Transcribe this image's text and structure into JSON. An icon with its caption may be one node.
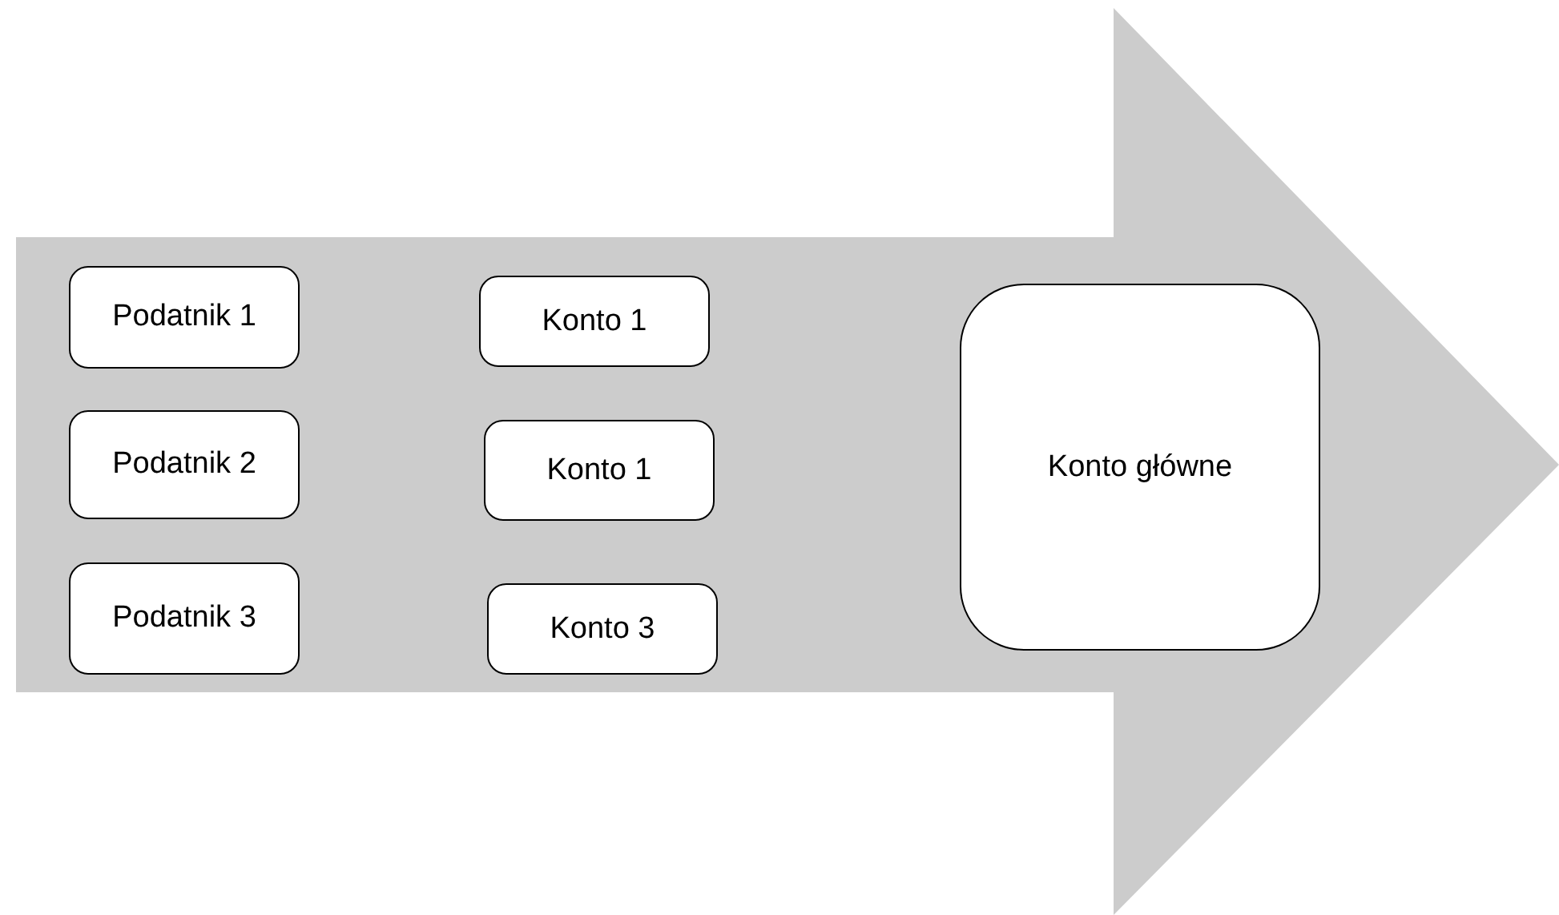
{
  "diagram": {
    "nodes": [
      {
        "text": [],
        "shape": "arrow"
      },
      {
        "text": [
          "Podatnik 1"
        ],
        "in": 0
      },
      {
        "text": [
          "Podatnik 2"
        ],
        "in": 0
      },
      {
        "text": [
          "Podatnik 3"
        ],
        "in": 0
      },
      {
        "text": [
          "Konto 1"
        ],
        "in": 0
      },
      {
        "text": [
          "Konto 1"
        ],
        "in": 0
      },
      {
        "text": [
          "Konto 3"
        ],
        "in": 0
      },
      {
        "text": [
          "Konto główne"
        ],
        "in": 0
      }
    ]
  }
}
